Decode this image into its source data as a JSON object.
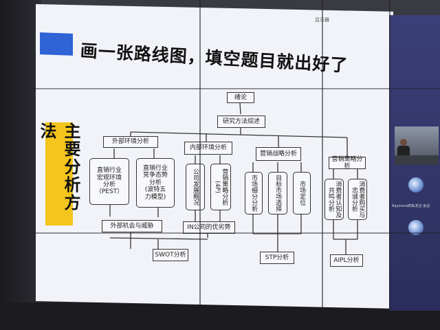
{
  "slide": {
    "title": "画一张路线图，填空题目就出好了",
    "top_right_text": "显示器",
    "side_label": "主要分析方法"
  },
  "flow": {
    "intro": "绪论",
    "methods": "研究方法综述",
    "external": "外部环境分析",
    "internal": "内部环境分析",
    "strategy": "营销战略分析",
    "tactics": "营销策略分析",
    "pest": "直销行业\n宏观环境\n分析\n（PEST）",
    "porter": "直销行业\n竞争态势\n分析\n(波特五\n力模型)",
    "company": "公司发展概况",
    "marketing4p": "营销策略分析(4P)",
    "segmentation": "市场细分分析",
    "target": "目标市场选择",
    "positioning": "市场定位",
    "awareness": "消费者认知及共鸣分析",
    "purchase": "消费者购买与忠诚分析",
    "opportunities": "外部机会与威胁",
    "advantages": "IN公司的优劣势",
    "swot": "SWOT分析",
    "stp": "STP分析",
    "aipl": "AIPL分析"
  },
  "meeting": {
    "caption": "Raymond的私发言·会议"
  },
  "colors": {
    "accent_blue": "#2f63d6",
    "label_yellow": "#f4c51c",
    "slide_bg": "#f1f3f8",
    "panel_purple": "#3b3f78"
  }
}
